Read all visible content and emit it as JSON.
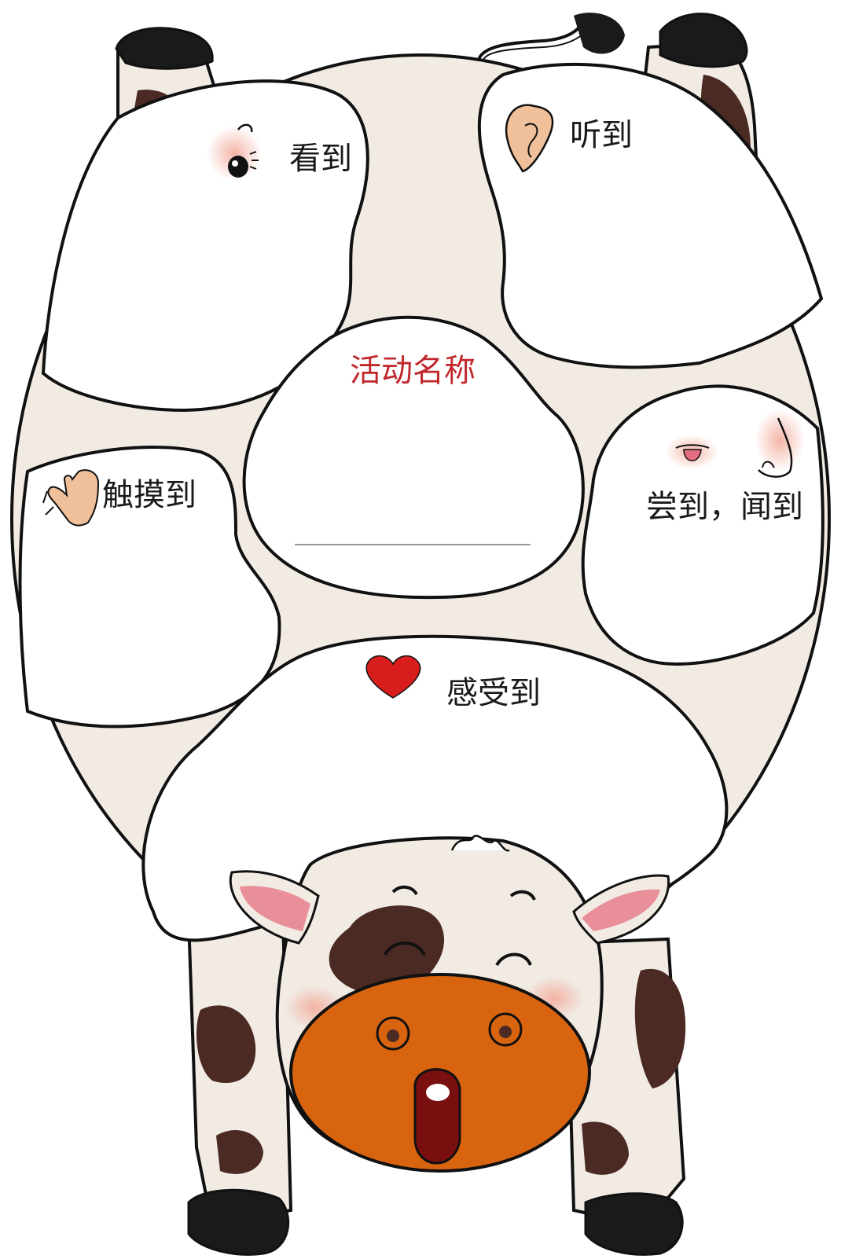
{
  "labels": {
    "see": "看到",
    "hear": "听到",
    "touch": "触摸到",
    "taste_smell": "尝到，闻到",
    "feel": "感受到",
    "activity_name": "活动名称"
  },
  "colors": {
    "body_fill": "#f1ebe4",
    "outline": "#111111",
    "panel_fill": "#ffffff",
    "spot": "#4a2a22",
    "snout": "#d86410",
    "mouth": "#7a0f0f",
    "ear_inner": "#e88f9a",
    "title_text": "#c0282d",
    "heart": "#d81d1d",
    "blush": "#f3b8ad",
    "skin": "#efc09a"
  },
  "icons": {
    "see": "eye-icon",
    "hear": "ear-icon",
    "touch": "hand-icon",
    "taste": "tongue-icon",
    "smell": "nose-icon",
    "feel": "heart-icon"
  }
}
